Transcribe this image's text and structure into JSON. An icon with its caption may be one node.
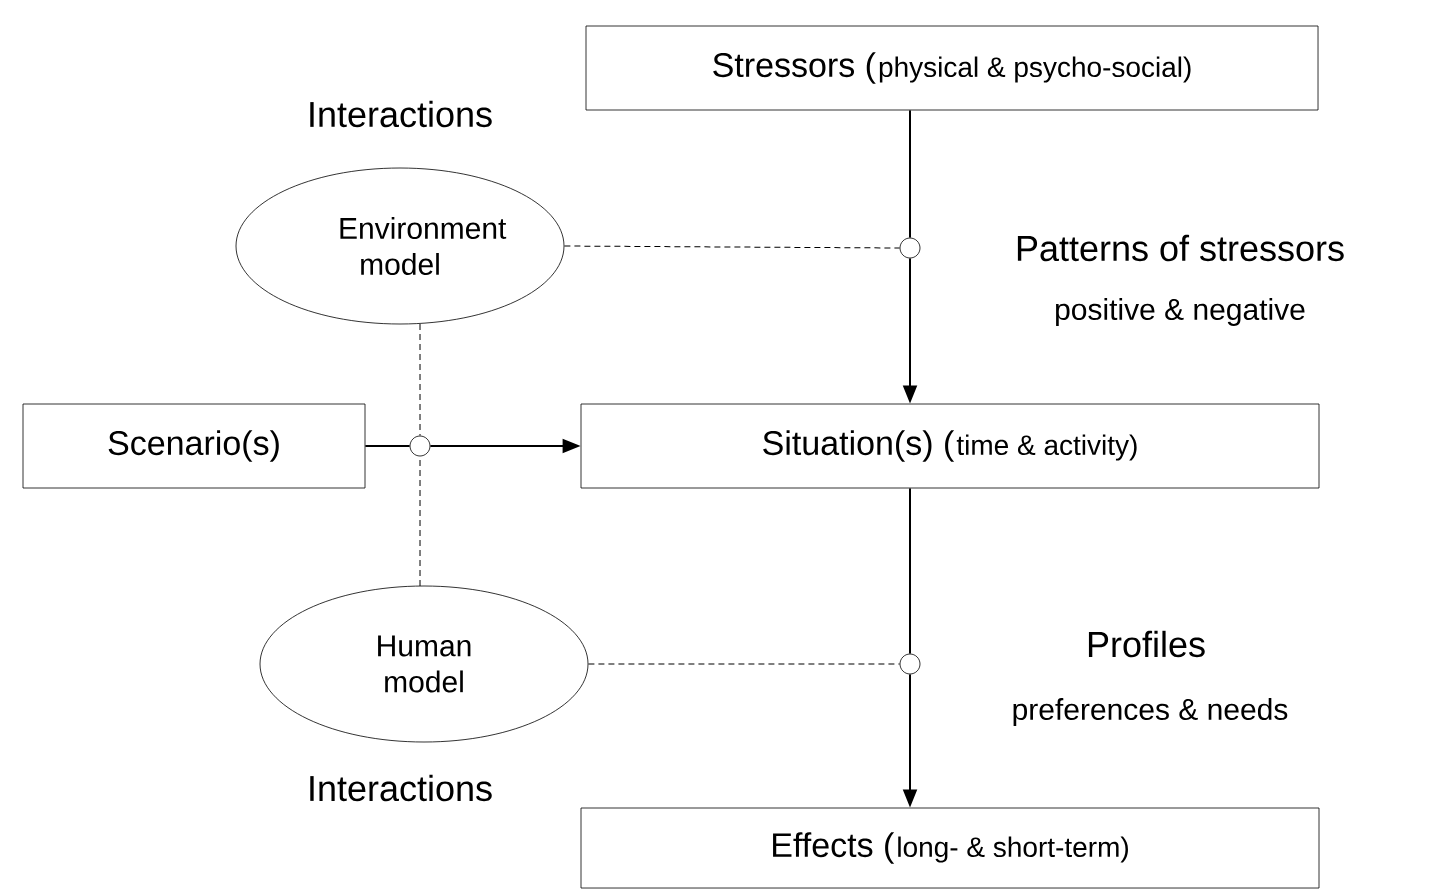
{
  "diagram": {
    "nodes": [
      {
        "text": [
          "Stressors (",
          "physical & psycho-social)"
        ]
      },
      {
        "text": [
          "Environment model"
        ]
      },
      {
        "text": [],
        "shape": "circle"
      },
      {
        "text": [
          "Scenario(s)"
        ]
      },
      {
        "text": [],
        "shape": "circle"
      },
      {
        "text": [
          "Situation(s) (",
          "time & activity)"
        ]
      },
      {
        "text": [
          "Human model"
        ]
      },
      {
        "text": [],
        "shape": "circle"
      },
      {
        "text": [
          "Effects (",
          "long- & short-term)"
        ]
      }
    ],
    "edges": [
      {
        "from": 0,
        "to": 2,
        "arrow": "none"
      },
      {
        "from": 2,
        "to": 5,
        "arrow": "to"
      },
      {
        "from": 3,
        "to": 4,
        "arrow": "none"
      },
      {
        "from": 4,
        "to": 5,
        "arrow": "to"
      },
      {
        "from": 5,
        "to": 7,
        "arrow": "none"
      },
      {
        "from": 7,
        "to": 8,
        "arrow": "to"
      },
      {
        "from": 1,
        "to": 2,
        "arrow": "none",
        "style": "dashed"
      },
      {
        "from": 1,
        "to": 4,
        "arrow": "none",
        "style": "dashed"
      },
      {
        "from": 6,
        "to": 4,
        "arrow": "none",
        "style": "dashed"
      },
      {
        "from": 6,
        "to": 7,
        "arrow": "none",
        "style": "dashed"
      }
    ],
    "labels": [
      "Interactions",
      "Patterns of stressors",
      "positive & negative",
      "Profiles",
      "preferences & needs",
      "Interactions"
    ]
  }
}
